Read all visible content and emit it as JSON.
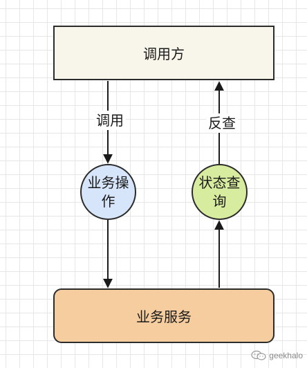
{
  "nodes": {
    "caller": "调用方",
    "business_op": "业务操作",
    "status_query": "状态查询",
    "business_service": "业务服务"
  },
  "edges": {
    "call_label": "调用",
    "reverse_check_label": "反查"
  },
  "watermark": {
    "text": "geekhalo",
    "icon": "wechat-icon"
  },
  "colors": {
    "caller_fill": "#f8f5ea",
    "service_fill": "#f6cd9e",
    "op_fill": "#d7e5fa",
    "query_fill": "#d8ec9f",
    "stroke": "#2b2b2b"
  }
}
